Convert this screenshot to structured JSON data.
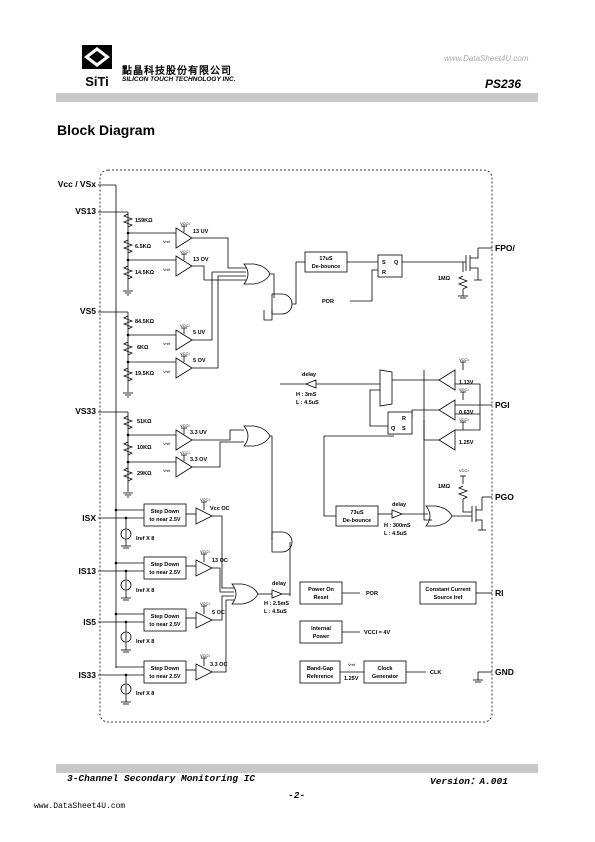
{
  "header": {
    "company_cn": "點晶科技股份有限公司",
    "company_en": "SILICON TOUCH TECHNOLOGY INC.",
    "logo_text": "SiTi",
    "watermark_top": "www.DataSheet4U.com",
    "part_number": "PS236"
  },
  "section_title": "Block Diagram",
  "diagram": {
    "pins": {
      "vcc": "Vcc / VSx",
      "vs13": "VS13",
      "vs5": "VS5",
      "vs33": "VS33",
      "isx": "ISX",
      "is13": "IS13",
      "is5": "IS5",
      "is33": "IS33",
      "fpo": "FPO/",
      "pgi": "PGI",
      "pgo": "PGO",
      "ri": "RI",
      "gnd": "GND"
    },
    "resistors": {
      "r159k": "159KΩ",
      "r6_5k": "6.5KΩ",
      "r14_5k": "14.5KΩ",
      "r84_5k": "84.5KΩ",
      "r6k": "6KΩ",
      "r19_5k": "19.5KΩ",
      "r51k": "51KΩ",
      "r10k": "10KΩ",
      "r29k": "29KΩ",
      "r1m_a": "1MΩ",
      "r1m_b": "1MΩ"
    },
    "comparators": {
      "uv13": "13 UV",
      "ov13": "13 OV",
      "uv5": "5 UV",
      "ov5": "5 OV",
      "uv33": "3.3 UV",
      "ov33": "3.3 OV",
      "vcc_oc": "Vcc OC",
      "oc13": "13 OC",
      "oc5": "5 OC",
      "oc33": "3.3 OC",
      "v113": "1.13V",
      "v063": "0.63V",
      "v125": "1.25V"
    },
    "vref": "Vref",
    "vcci": "VCCI",
    "blocks": {
      "debounce17_l1": "17uS",
      "debounce17_l2": "De-bounce",
      "debounce73_l1": "73uS",
      "debounce73_l2": "De-bounce",
      "stepdown_l1": "Step Down",
      "stepdown_l2": "to near 2.5V",
      "por_l1": "Power On",
      "por_l2": "Reset",
      "ip_l1": "Internal",
      "ip_l2": "Power",
      "bg_l1": "Band-Gap",
      "bg_l2": "Reference",
      "clk_l1": "Clock",
      "clk_l2": "Generator",
      "cc_l1": "Constant Current",
      "cc_l2": "Source Iref"
    },
    "labels": {
      "por": "POR",
      "por2": "POR",
      "clk": "CLK",
      "vcci4v": "VCCI = 4V",
      "v125": "1.25V",
      "iref_x8": "Iref X 8",
      "delay": "delay",
      "d1_h": "H : 3mS",
      "d1_l": "L : 4.5uS",
      "d2_h": "H : 300mS",
      "d2_l": "L : 4.5uS",
      "d3_h": "H : 2.5mS",
      "d3_l": "L : 4.5uS",
      "s": "S",
      "r": "R",
      "q": "Q"
    }
  },
  "footer": {
    "doc_title": "3-Channel Secondary Monitoring IC",
    "version": "Version：A.001",
    "page": "-2-",
    "watermark_bottom": "www.DataSheet4U.com"
  }
}
